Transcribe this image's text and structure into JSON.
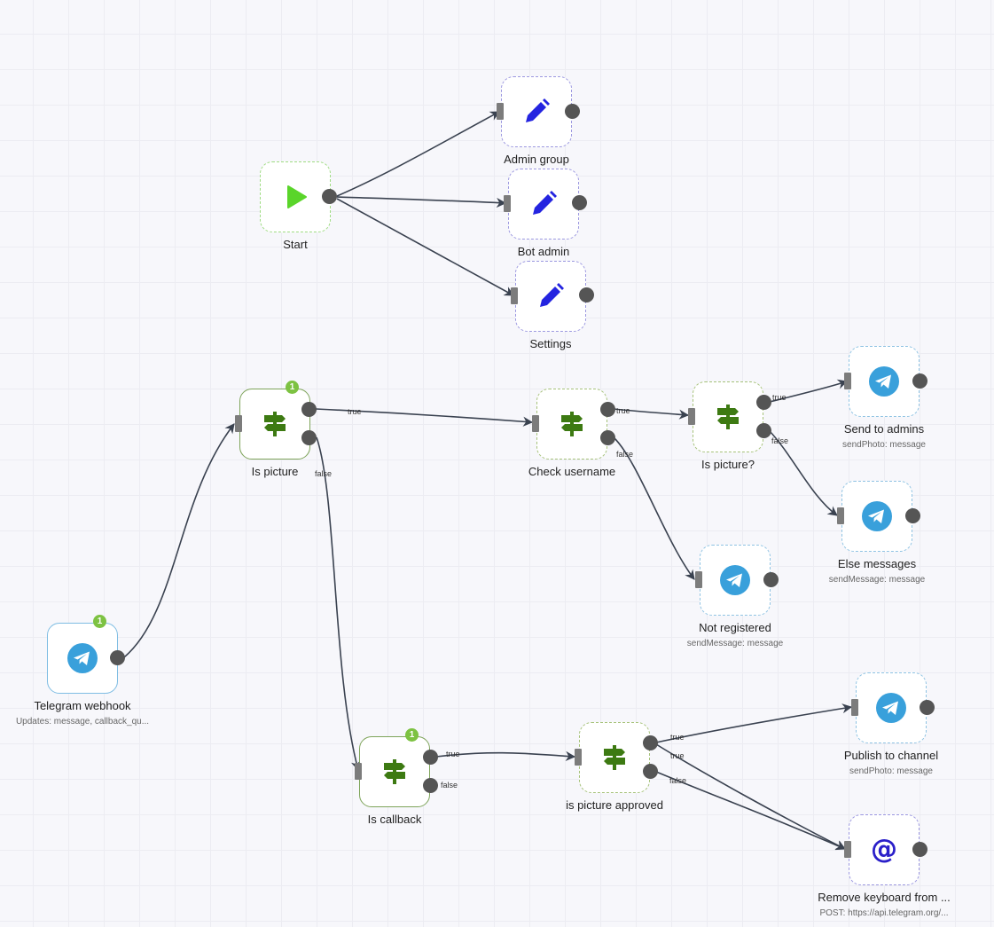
{
  "colors": {
    "canvas": "#f7f7fb",
    "edge": "#3a4250",
    "set_icon": "#2424e0",
    "start_icon": "#5ad52a",
    "if_icon": "#3d7a12",
    "telegram_icon": "#39a0db",
    "http_icon": "#2a1fc9",
    "badge": "#7dc242"
  },
  "nodes": {
    "admin_group": {
      "label": "Admin group",
      "icon": "pencil-icon"
    },
    "start": {
      "label": "Start",
      "icon": "play-icon"
    },
    "bot_admin": {
      "label": "Bot admin",
      "icon": "pencil-icon"
    },
    "settings": {
      "label": "Settings",
      "icon": "pencil-icon"
    },
    "is_picture": {
      "label": "Is picture",
      "icon": "signpost-icon",
      "badge": "1"
    },
    "check_username": {
      "label": "Check username",
      "icon": "signpost-icon"
    },
    "is_picture_q": {
      "label": "Is picture?",
      "icon": "signpost-icon"
    },
    "send_to_admins": {
      "label": "Send to admins",
      "subtitle": "sendPhoto: message",
      "icon": "telegram-icon"
    },
    "else_messages": {
      "label": "Else messages",
      "subtitle": "sendMessage: message",
      "icon": "telegram-icon"
    },
    "not_registered": {
      "label": "Not registered",
      "subtitle": "sendMessage: message",
      "icon": "telegram-icon"
    },
    "telegram_webhook": {
      "label": "Telegram webhook",
      "subtitle": "Updates: message, callback_qu...",
      "icon": "telegram-icon",
      "badge": "1"
    },
    "is_callback": {
      "label": "Is callback",
      "icon": "signpost-icon",
      "badge": "1"
    },
    "is_picture_approved": {
      "label": "is picture approved",
      "icon": "signpost-icon"
    },
    "publish_to_channel": {
      "label": "Publish to channel",
      "subtitle": "sendPhoto: message",
      "icon": "telegram-icon"
    },
    "remove_keyboard": {
      "label": "Remove keyboard from ...",
      "subtitle": "POST: https://api.telegram.org/...",
      "icon": "at-icon"
    }
  },
  "edge_labels": {
    "is_picture_true": "true",
    "is_picture_false": "false",
    "check_username_true": "true",
    "check_username_false": "false",
    "is_picture_q_true": "true",
    "is_picture_q_false": "false",
    "is_callback_true": "true",
    "is_callback_false": "false",
    "approved_true_1": "true",
    "approved_true_2": "true",
    "approved_false": "false"
  }
}
